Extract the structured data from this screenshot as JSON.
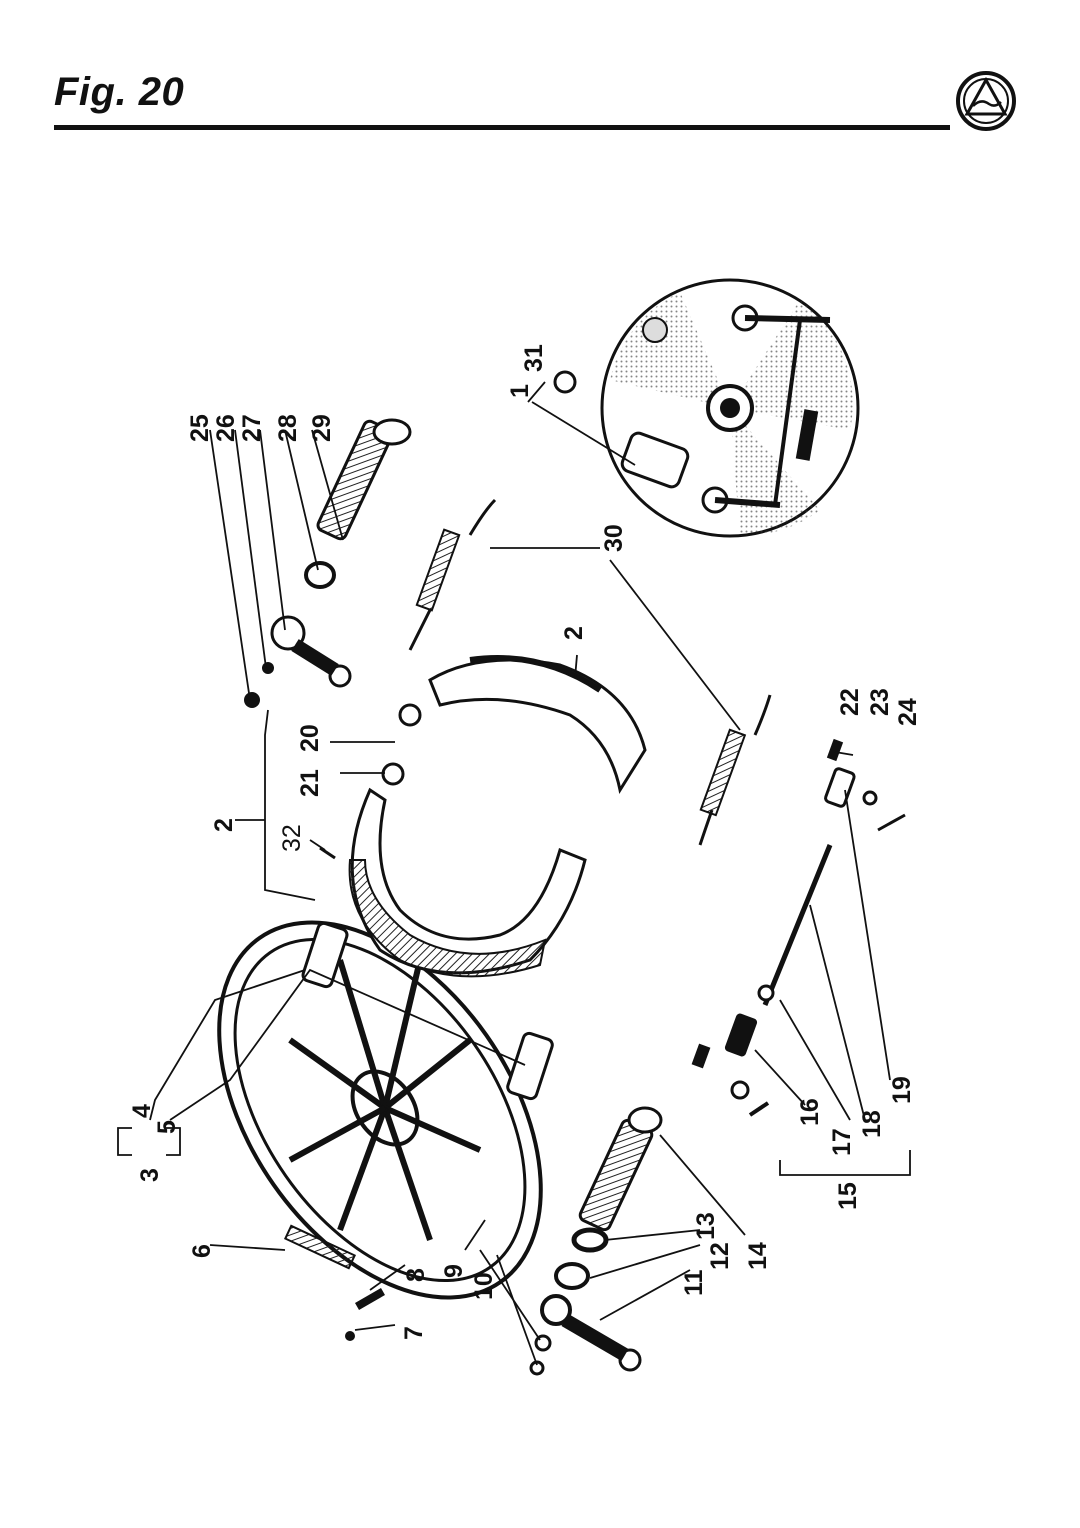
{
  "header": {
    "title": "Fig. 20"
  },
  "logo": {
    "icon": "brand-emblem-icon"
  },
  "diagram": {
    "callouts": [
      "1",
      "2",
      "2",
      "3",
      "4",
      "5",
      "6",
      "7",
      "8",
      "9",
      "10",
      "11",
      "12",
      "13",
      "14",
      "15",
      "16",
      "17",
      "18",
      "19",
      "20",
      "21",
      "22",
      "23",
      "24",
      "25",
      "26",
      "27",
      "28",
      "29",
      "30",
      "31",
      "32"
    ],
    "labels": {
      "l1": "1",
      "l2a": "2",
      "l2b": "2",
      "l3": "3",
      "l4": "4",
      "l5": "5",
      "l6": "6",
      "l7": "7",
      "l8": "8",
      "l9": "9",
      "l10": "10",
      "l11": "11",
      "l12": "12",
      "l13": "13",
      "l14": "14",
      "l15": "15",
      "l16": "16",
      "l17": "17",
      "l18": "18",
      "l19": "19",
      "l20": "20",
      "l21": "21",
      "l22": "22",
      "l23": "23",
      "l24": "24",
      "l25": "25",
      "l26": "26",
      "l27": "27",
      "l28": "28",
      "l29": "29",
      "l30": "30",
      "l31": "31",
      "l32": "32"
    }
  }
}
